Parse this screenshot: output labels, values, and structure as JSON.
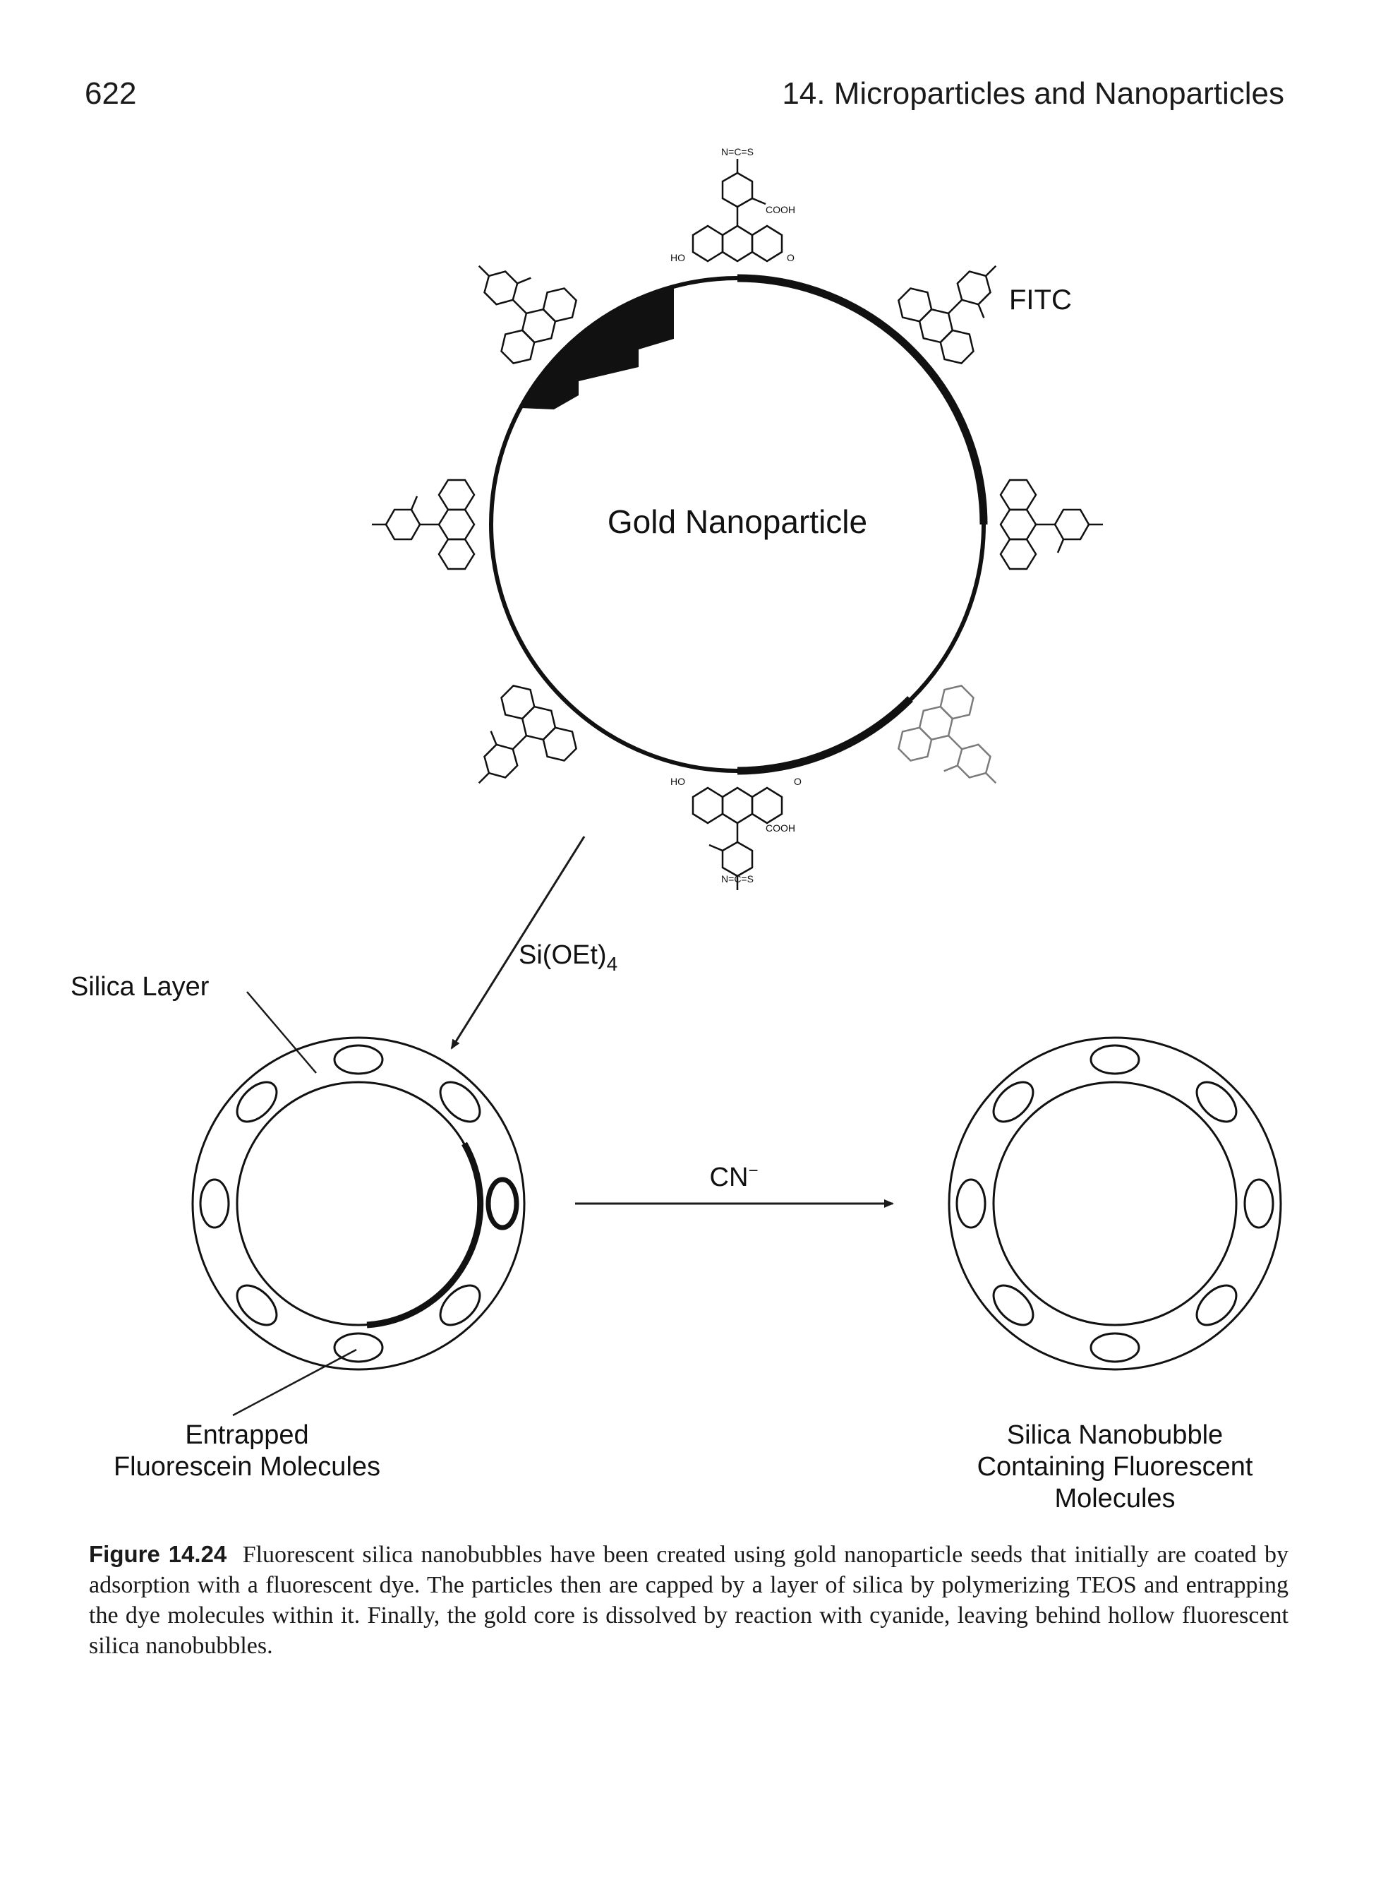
{
  "header": {
    "page_number": "622",
    "running_head": "14. Microparticles and Nanoparticles"
  },
  "figure": {
    "core_label": "Gold Nanoparticle",
    "dye_label": "FITC",
    "reagent_label": "Si(OEt)",
    "reagent_subscript": "4",
    "reaction_label": "CN",
    "reaction_superscript": "−",
    "silica_layer_label": "Silica Layer",
    "entrapped_label_line1": "Entrapped",
    "entrapped_label_line2": "Fluorescein Molecules",
    "product_label_line1": "Silica Nanobubble",
    "product_label_line2": "Containing Fluorescent",
    "product_label_line3": "Molecules",
    "fitc_labels": {
      "ncs": "N=C=S",
      "cooh": "COOH",
      "ho": "HO",
      "o": "O"
    }
  },
  "caption": {
    "label": "Figure 14.24",
    "text": "Fluorescent silica nanobubbles have been created using gold nanoparticle seeds that initially are coated by adsorption with a fluorescent dye. The particles then are capped by a layer of silica by polymerizing TEOS and entrapping the dye molecules within it. Finally, the gold core is dissolved by reaction with cyanide, leaving behind hollow fluorescent silica nanobubbles."
  }
}
